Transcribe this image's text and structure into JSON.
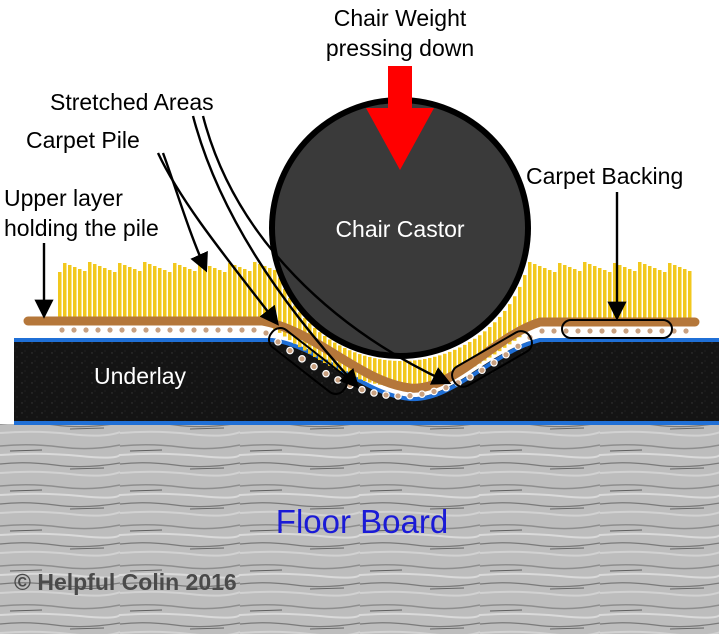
{
  "labels": {
    "chair_weight_line1": "Chair Weight",
    "chair_weight_line2": "pressing down",
    "stretched_areas": "Stretched Areas",
    "carpet_pile": "Carpet Pile",
    "carpet_backing": "Carpet Backing",
    "upper_layer_line1": "Upper layer",
    "upper_layer_line2": "holding the pile",
    "chair_castor": "Chair Castor",
    "underlay": "Underlay",
    "floor_board": "Floor Board",
    "copyright": "© Helpful Colin 2016"
  },
  "colors": {
    "pile": "#f2c81e",
    "pile_dark": "#d9a80f",
    "upper_layer": "#b5773a",
    "backing_dot": "#c8a080",
    "underlay": "#111111",
    "membrane": "#1f6fd6",
    "castor": "#3a3a3a",
    "arrow": "#ff0000",
    "floor": "#b8b8b8",
    "floor_label": "#1a1ad6"
  }
}
